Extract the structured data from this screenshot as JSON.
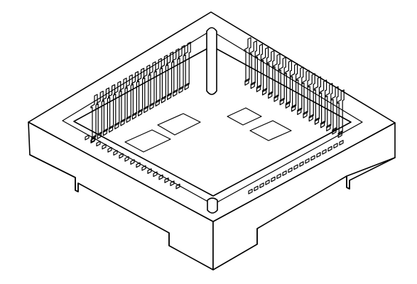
{
  "figure": {
    "subject": "square-socket-isometric-line-drawing",
    "line_color": "#000000",
    "fill_color": "#ffffff",
    "contact_rows": [
      {
        "side": "upper-left",
        "count": 17
      },
      {
        "side": "upper-right",
        "count": 17
      },
      {
        "side": "lower-left",
        "count": 17
      },
      {
        "side": "lower-right",
        "count": 17
      }
    ],
    "key_posts": 2,
    "mounting_notches": 4,
    "labels": []
  }
}
